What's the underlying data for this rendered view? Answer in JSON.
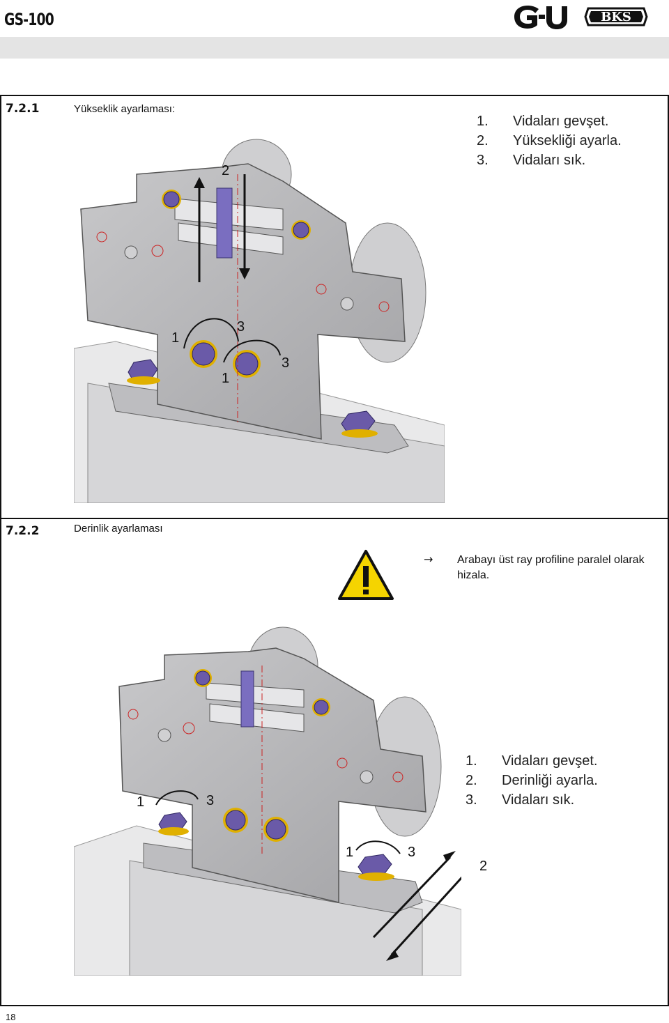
{
  "header": {
    "doc_code": "GS-100",
    "logo_gu": "G-U",
    "logo_bks": "BKS"
  },
  "section1": {
    "number": "7.2.1",
    "title": "Yükseklik ayarlaması:",
    "steps": [
      {
        "n": "1.",
        "text": "Vidaları gevşet."
      },
      {
        "n": "2.",
        "text": "Yüksekliği ayarla."
      },
      {
        "n": "3.",
        "text": "Vidaları sık."
      }
    ],
    "callouts": {
      "c2": "2",
      "c1a": "1",
      "c3a": "3",
      "c1b": "1",
      "c3b": "3"
    }
  },
  "section2": {
    "number": "7.2.2",
    "title": "Derinlik ayarlaması",
    "warning_bullet": "→",
    "warning_text": "Arabayı üst ray profiline paralel olarak hizala.",
    "warning_icon": "warning-triangle-icon",
    "steps": [
      {
        "n": "1.",
        "text": "Vidaları gevşet."
      },
      {
        "n": "2.",
        "text": "Derinliği ayarla."
      },
      {
        "n": "3.",
        "text": "Vidaları sık."
      }
    ],
    "callouts": {
      "c1a": "1",
      "c3a": "3",
      "c1b": "1",
      "c3b": "3",
      "c2": "2"
    }
  },
  "footer": {
    "page_number": "18"
  },
  "colors": {
    "plate": "#b9b9bb",
    "bolt": "#6a5aa8",
    "washer": "#e0b000",
    "warning": "#f5d400"
  }
}
